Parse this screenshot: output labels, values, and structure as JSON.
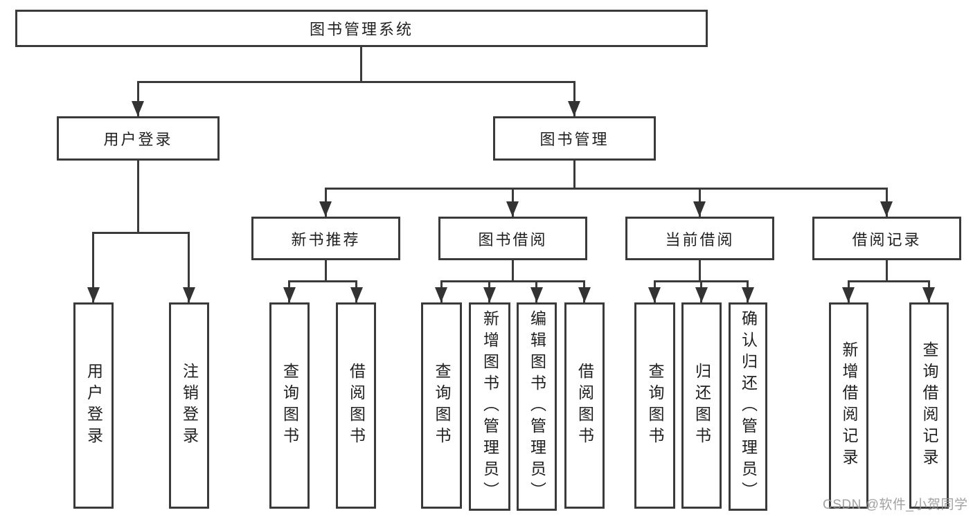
{
  "colors": {
    "background": "#ffffff",
    "line": "#3a3a3a",
    "box_border": "#3a3a3a",
    "text": "#1f1f1f",
    "watermark": "#949494"
  },
  "watermark": {
    "text": "CSDN @软件_小贺同学"
  },
  "tree": {
    "label": "图书管理系统",
    "children": [
      {
        "label": "用户登录",
        "children": [
          {
            "label": "用户登录"
          },
          {
            "label": "注销登录"
          }
        ]
      },
      {
        "label": "图书管理",
        "children": [
          {
            "label": "新书推荐",
            "children": [
              {
                "label": "查询图书"
              },
              {
                "label": "借阅图书"
              }
            ]
          },
          {
            "label": "图书借阅",
            "children": [
              {
                "label": "查询图书"
              },
              {
                "label": "新增图书（管理员）"
              },
              {
                "label": "编辑图书（管理员）"
              },
              {
                "label": "借阅图书"
              }
            ]
          },
          {
            "label": "当前借阅",
            "children": [
              {
                "label": "查询图书"
              },
              {
                "label": "归还图书"
              },
              {
                "label": "确认归还（管理员）"
              }
            ]
          },
          {
            "label": "借阅记录",
            "children": [
              {
                "label": "新增借阅记录"
              },
              {
                "label": "查询借阅记录"
              }
            ]
          }
        ]
      }
    ]
  }
}
